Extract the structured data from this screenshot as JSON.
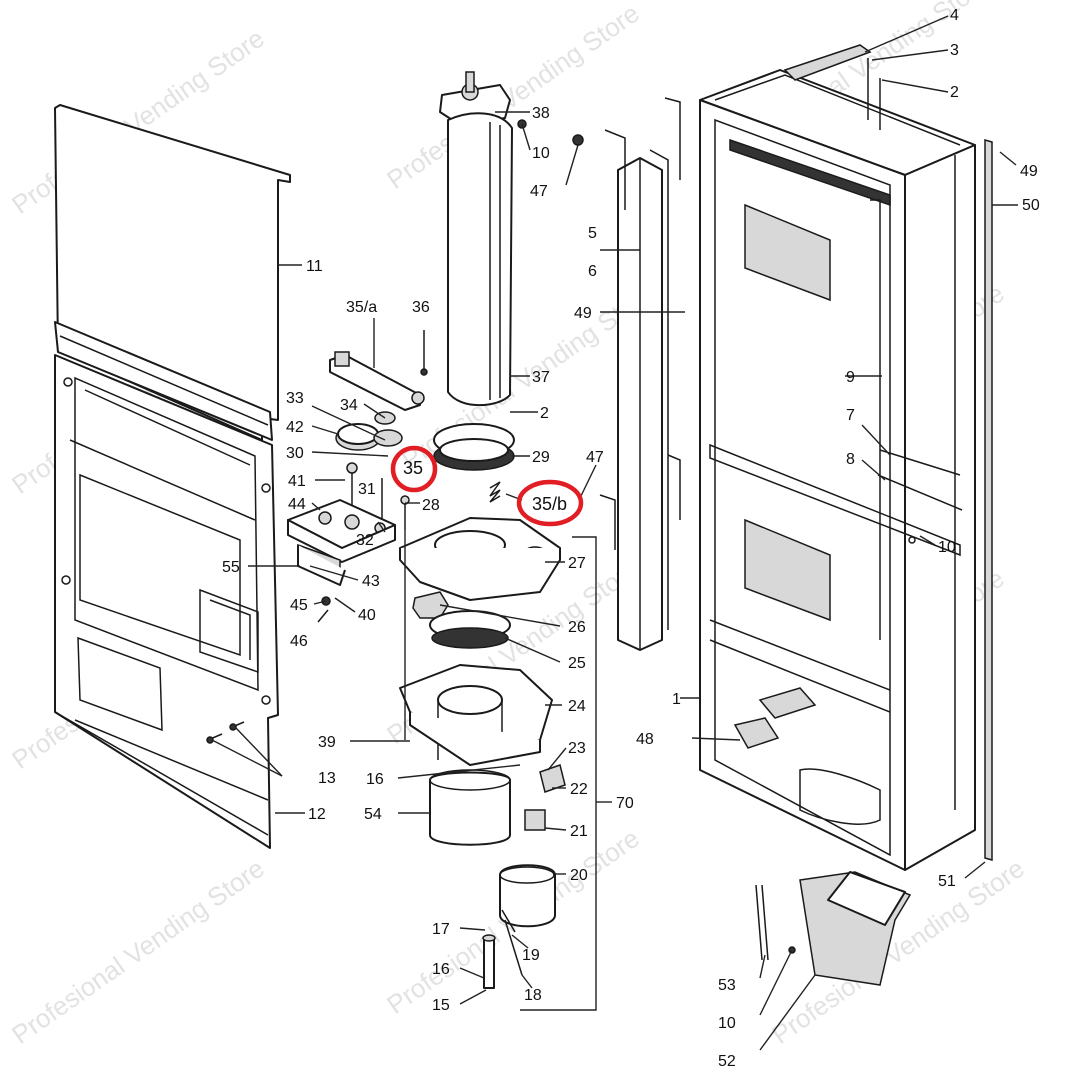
{
  "watermark": {
    "text": "Profesional Vending Store"
  },
  "highlight_color": "#e01e24",
  "callouts": [
    {
      "id": "c4",
      "text": "4"
    },
    {
      "id": "c3",
      "text": "3"
    },
    {
      "id": "c2a",
      "text": "2"
    },
    {
      "id": "c49a",
      "text": "49"
    },
    {
      "id": "c50",
      "text": "50"
    },
    {
      "id": "c38",
      "text": "38"
    },
    {
      "id": "c10a",
      "text": "10"
    },
    {
      "id": "c47a",
      "text": "47"
    },
    {
      "id": "c5",
      "text": "5"
    },
    {
      "id": "c6",
      "text": "6"
    },
    {
      "id": "c11",
      "text": "11"
    },
    {
      "id": "c35a",
      "text": "35/a"
    },
    {
      "id": "c36",
      "text": "36"
    },
    {
      "id": "c49b",
      "text": "49"
    },
    {
      "id": "c37",
      "text": "37"
    },
    {
      "id": "c9",
      "text": "9"
    },
    {
      "id": "c33",
      "text": "33"
    },
    {
      "id": "c34",
      "text": "34"
    },
    {
      "id": "c2b",
      "text": "2"
    },
    {
      "id": "c7",
      "text": "7"
    },
    {
      "id": "c42",
      "text": "42"
    },
    {
      "id": "c30",
      "text": "30"
    },
    {
      "id": "c29",
      "text": "29"
    },
    {
      "id": "c35",
      "text": "35"
    },
    {
      "id": "c47b",
      "text": "47"
    },
    {
      "id": "c8",
      "text": "8"
    },
    {
      "id": "c41",
      "text": "41"
    },
    {
      "id": "c31",
      "text": "31"
    },
    {
      "id": "c28",
      "text": "28"
    },
    {
      "id": "c35b",
      "text": "35/b"
    },
    {
      "id": "c44",
      "text": "44"
    },
    {
      "id": "c32",
      "text": "32"
    },
    {
      "id": "c10b",
      "text": "10"
    },
    {
      "id": "c55",
      "text": "55"
    },
    {
      "id": "c43",
      "text": "43"
    },
    {
      "id": "c27",
      "text": "27"
    },
    {
      "id": "c45",
      "text": "45"
    },
    {
      "id": "c40",
      "text": "40"
    },
    {
      "id": "c46",
      "text": "46"
    },
    {
      "id": "c26",
      "text": "26"
    },
    {
      "id": "c25",
      "text": "25"
    },
    {
      "id": "c1",
      "text": "1"
    },
    {
      "id": "c24",
      "text": "24"
    },
    {
      "id": "c39",
      "text": "39"
    },
    {
      "id": "c48",
      "text": "48"
    },
    {
      "id": "c23",
      "text": "23"
    },
    {
      "id": "c13",
      "text": "13"
    },
    {
      "id": "c16a",
      "text": "16"
    },
    {
      "id": "c22",
      "text": "22"
    },
    {
      "id": "c70",
      "text": "70"
    },
    {
      "id": "c12",
      "text": "12"
    },
    {
      "id": "c54",
      "text": "54"
    },
    {
      "id": "c21",
      "text": "21"
    },
    {
      "id": "c20",
      "text": "20"
    },
    {
      "id": "c51",
      "text": "51"
    },
    {
      "id": "c17",
      "text": "17"
    },
    {
      "id": "c19",
      "text": "19"
    },
    {
      "id": "c16b",
      "text": "16"
    },
    {
      "id": "c53",
      "text": "53"
    },
    {
      "id": "c18",
      "text": "18"
    },
    {
      "id": "c15",
      "text": "15"
    },
    {
      "id": "c10c",
      "text": "10"
    },
    {
      "id": "c52",
      "text": "52"
    }
  ]
}
